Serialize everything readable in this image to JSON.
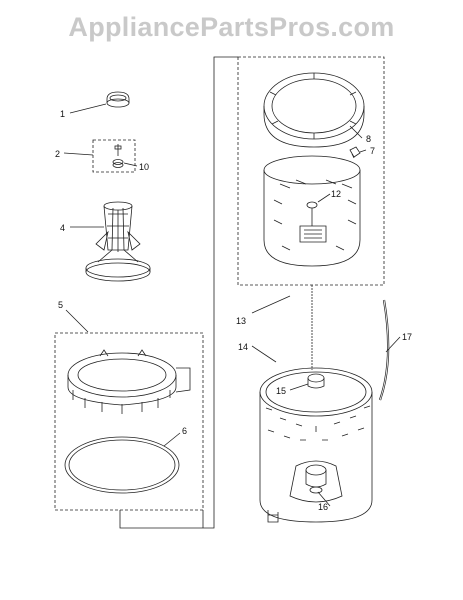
{
  "watermark": {
    "text": "AppliancePartsPros.com"
  },
  "callouts": [
    {
      "id": "1",
      "label": "1"
    },
    {
      "id": "2",
      "label": "2"
    },
    {
      "id": "10",
      "label": "10"
    },
    {
      "id": "4",
      "label": "4"
    },
    {
      "id": "5",
      "label": "5"
    },
    {
      "id": "6",
      "label": "6"
    },
    {
      "id": "8",
      "label": "8"
    },
    {
      "id": "7",
      "label": "7"
    },
    {
      "id": "12",
      "label": "12"
    },
    {
      "id": "13",
      "label": "13"
    },
    {
      "id": "14",
      "label": "14"
    },
    {
      "id": "15",
      "label": "15"
    },
    {
      "id": "16",
      "label": "16"
    },
    {
      "id": "17",
      "label": "17"
    }
  ],
  "colors": {
    "line": "#222222",
    "watermark": "#c9c9c9",
    "background": "#ffffff"
  }
}
